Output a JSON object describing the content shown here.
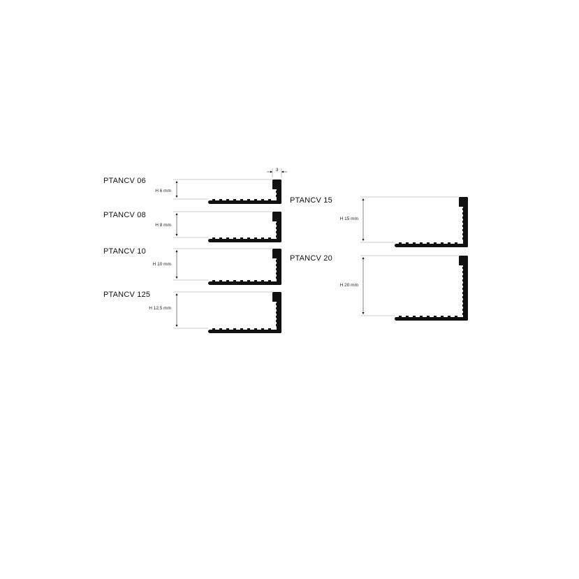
{
  "top_dimension": "3",
  "profiles": [
    {
      "id": "06",
      "name": "PTANCV 06",
      "height_label": "H 6 mm",
      "height_mm": 6
    },
    {
      "id": "08",
      "name": "PTANCV 08",
      "height_label": "H 8 mm",
      "height_mm": 8
    },
    {
      "id": "10",
      "name": "PTANCV 10",
      "height_label": "H 10 mm",
      "height_mm": 10
    },
    {
      "id": "125",
      "name": "PTANCV 125",
      "height_label": "H 12,5 mm",
      "height_mm": 12.5
    },
    {
      "id": "15",
      "name": "PTANCV 15",
      "height_label": "H 15 mm",
      "height_mm": 15
    },
    {
      "id": "20",
      "name": "PTANCV 20",
      "height_label": "H 20 mm",
      "height_mm": 20
    }
  ]
}
